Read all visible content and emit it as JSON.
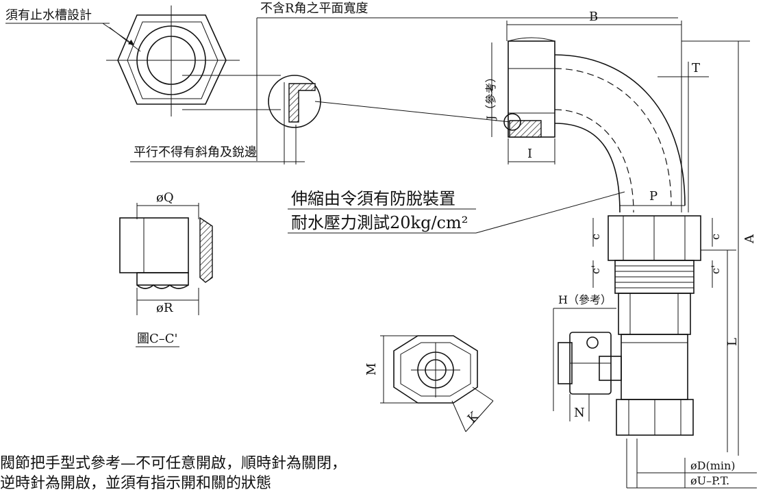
{
  "labels": {
    "stop_groove": "須有止水槽設計",
    "flat_width": "不含R角之平面寬度",
    "parallel_edge": "平行不得有斜角及銳邊",
    "anti_detach_line1": "伸縮由令須有防脫裝置",
    "anti_detach_line2": "耐水壓力測試20kg/cm²",
    "dim_B": "B",
    "dim_T": "T",
    "dim_J": "J（參考）",
    "dim_I": "I",
    "dim_P": "P",
    "dim_A": "A",
    "dim_L": "L",
    "dim_H": "H（參考）",
    "dim_N": "N",
    "dim_M": "M",
    "dim_K": "K",
    "dim_Q": "øQ",
    "dim_R": "øR",
    "section_cc": "圖C–C'",
    "dim_D": "øD(min)",
    "dim_U": "øU–P.T.",
    "mark_c": "c",
    "mark_c_prime": "c'"
  },
  "notes": {
    "line1": "閥節把手型式參考—不可任意開啟，順時針為關閉，",
    "line2": "逆時針為開啟，並須有指示開和關的狀態"
  }
}
